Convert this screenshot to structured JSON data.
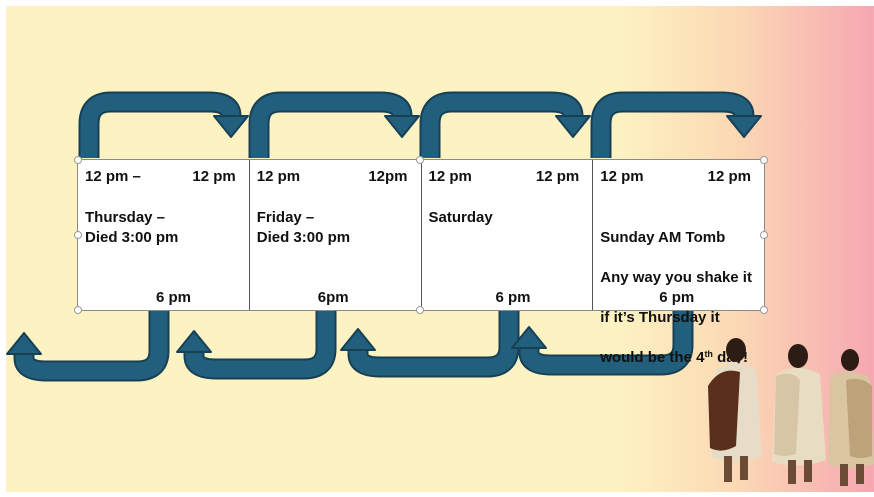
{
  "colors": {
    "arrow": "#215f7d",
    "background_start": "#fdf3c2",
    "background_end": "#f6a7b2"
  },
  "days": [
    {
      "start": "12 pm –",
      "end": "12 pm",
      "description": "Thursday –\nDied 3:00 pm",
      "six": "6 pm"
    },
    {
      "start": "12 pm",
      "end": "12pm",
      "description": "Friday –\nDied 3:00 pm",
      "six": "6pm"
    },
    {
      "start": "12 pm",
      "end": "12 pm",
      "description": "Saturday",
      "six": "6 pm"
    },
    {
      "start": "12 pm",
      "end": "12 pm",
      "description_lines": [
        "Sunday AM Tomb",
        "Any way you shake it",
        "if it’s Thursday it"
      ],
      "description_last_prefix": "would be the 4",
      "description_sup": "th",
      "description_last_suffix": " day!",
      "six": "6 pm"
    }
  ],
  "image": {
    "alt_icon": "walking-figures-image"
  }
}
